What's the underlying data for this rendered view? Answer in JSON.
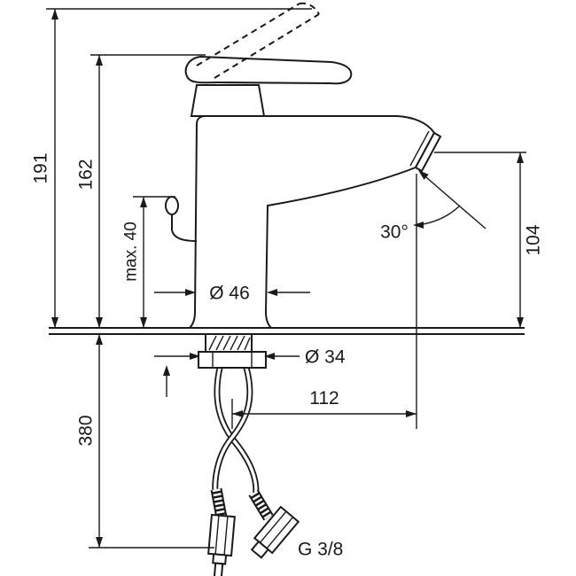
{
  "diagram": {
    "background_color": "#ffffff",
    "line_color": "#1a1a1a",
    "dimensions": {
      "total_height": "191",
      "body_height": "162",
      "rod_height": "max. 40",
      "body_diameter": "Ø 46",
      "spray_angle": "30°",
      "outlet_height": "104",
      "shank_diameter": "Ø 34",
      "hose_length": "380",
      "spout_reach": "112",
      "connection_thread": "G 3/8"
    }
  }
}
